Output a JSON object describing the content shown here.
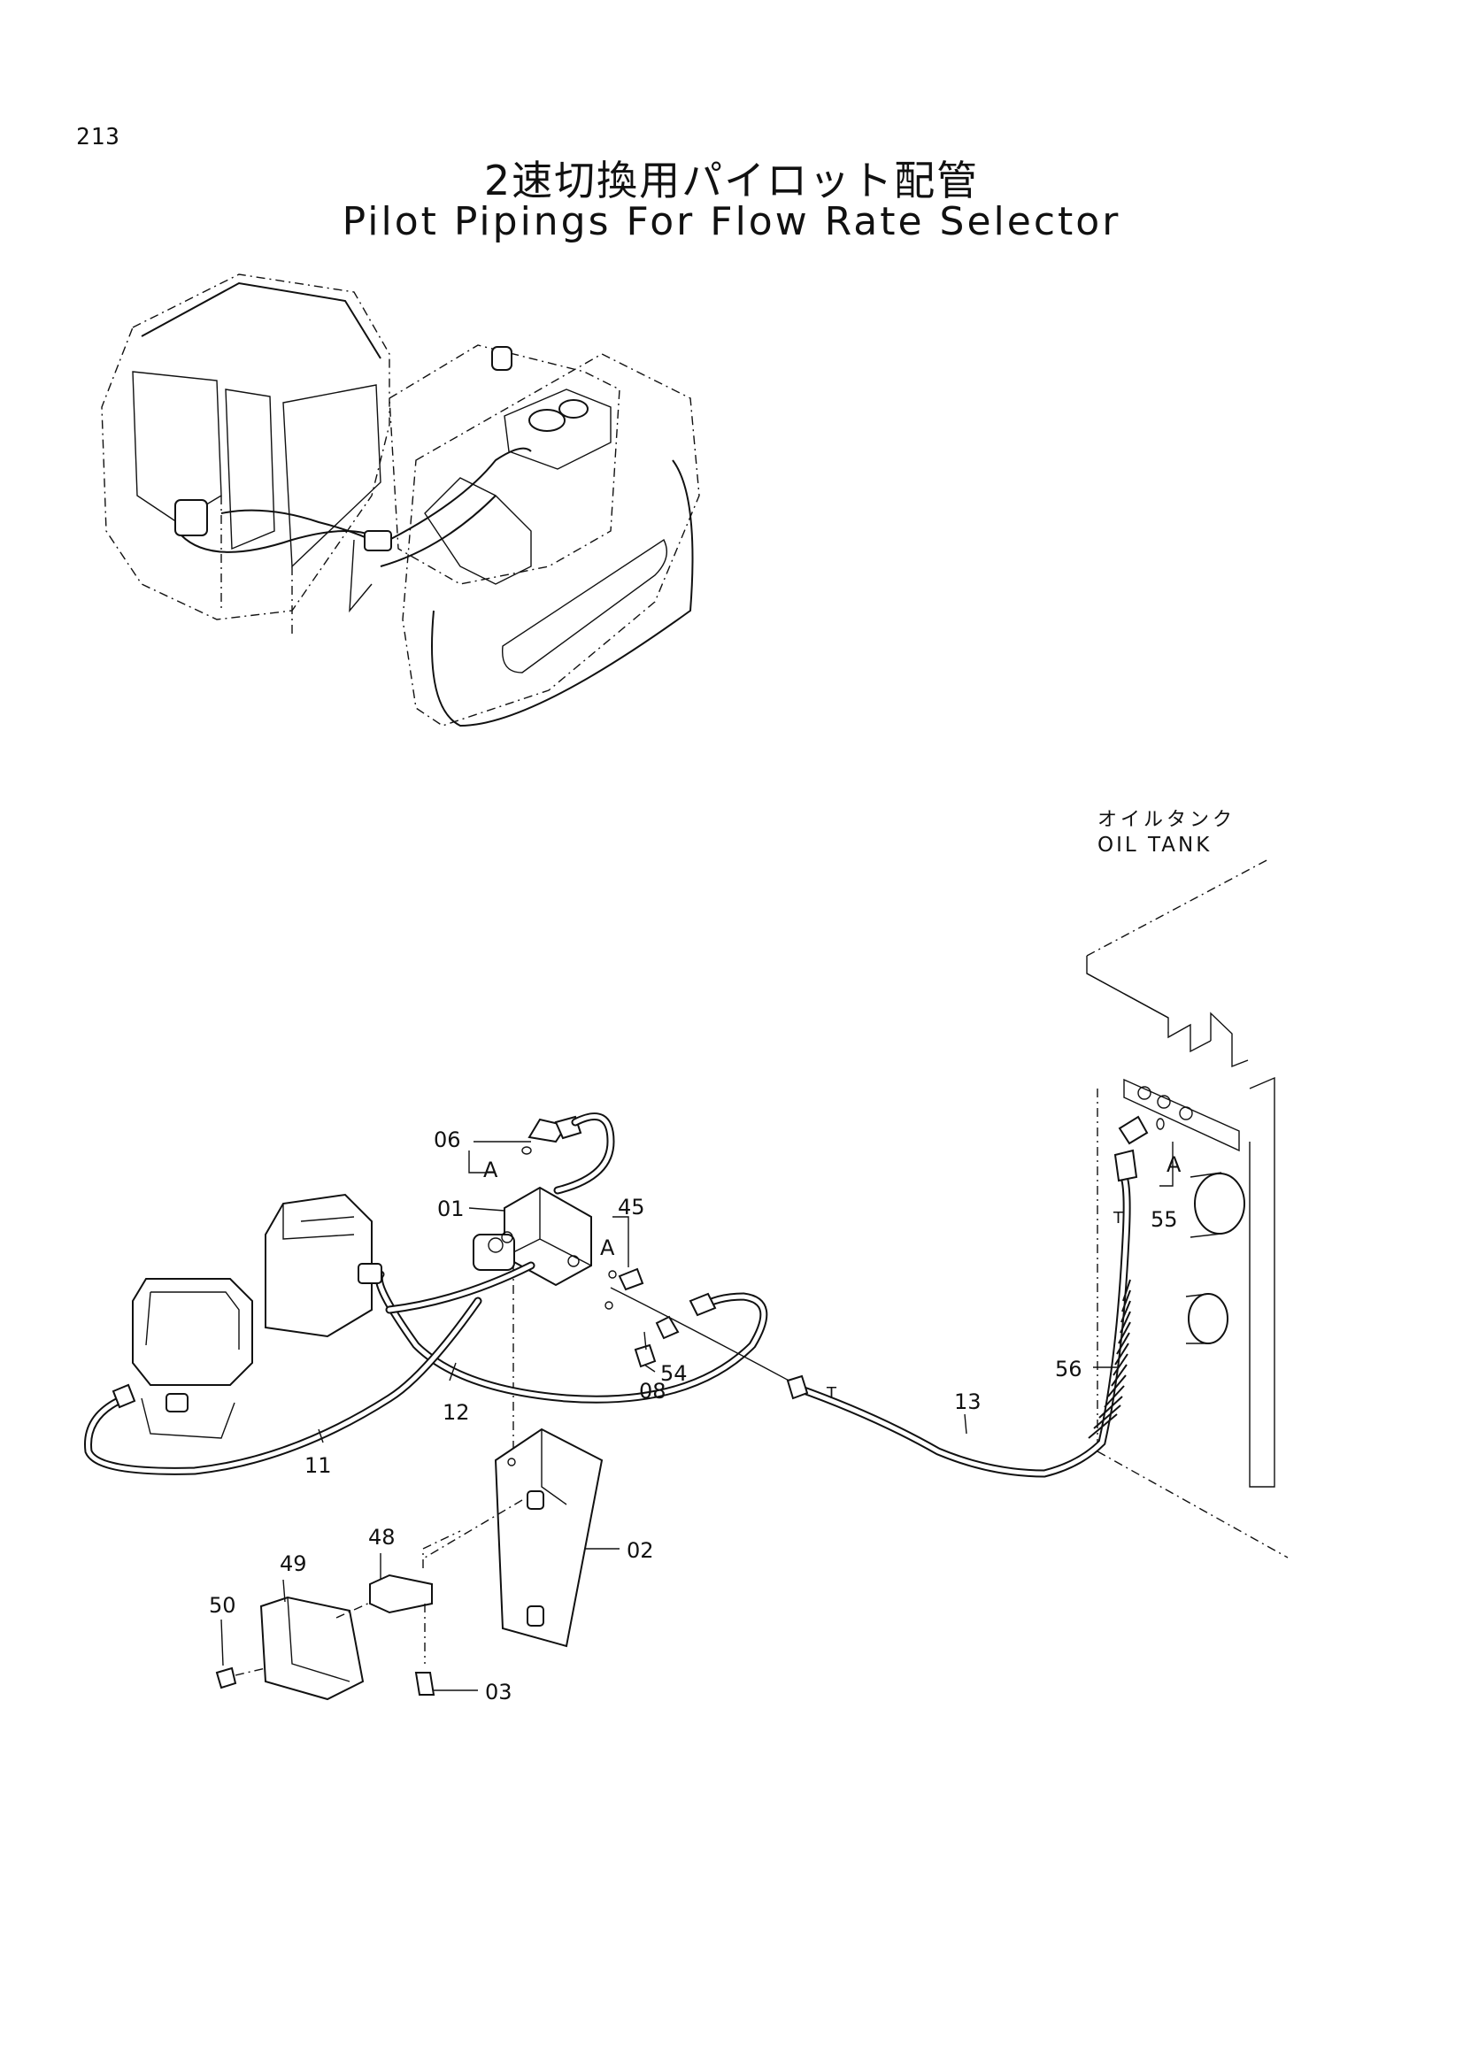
{
  "page": {
    "number": "213"
  },
  "title": {
    "japanese": "2速切換用パイロット配管",
    "english": "Pilot Pipings For Flow Rate Selector"
  },
  "oil_tank": {
    "japanese": "オイルタンク",
    "english": "OIL TANK"
  },
  "callouts": {
    "p01": "01",
    "p02": "02",
    "p03": "03",
    "p06": "06",
    "p08": "08",
    "p11": "11",
    "p12": "12",
    "p13": "13",
    "p45": "45",
    "p48": "48",
    "p49": "49",
    "p50": "50",
    "p54": "54",
    "p55": "55",
    "p56": "56"
  },
  "port_labels": {
    "a_left": "A",
    "a_mid": "A",
    "a_right": "A",
    "t_left": "T",
    "t_right": "T"
  }
}
